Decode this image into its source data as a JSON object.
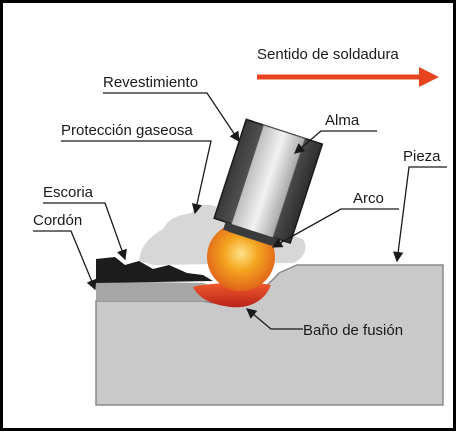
{
  "labels": {
    "direction": "Sentido de soldadura",
    "coating": "Revestimiento",
    "gas_shield": "Protección gaseosa",
    "core": "Alma",
    "piece": "Pieza",
    "slag": "Escoria",
    "arc": "Arco",
    "bead": "Cordón",
    "pool": "Baño de fusión"
  },
  "colors": {
    "direction_arrow": "#e8431f",
    "workpiece": "#c9c9c9",
    "bead": "#a6a6a6",
    "slag": "#1c1c1c",
    "arc_glow": "#f2b21c",
    "pool": "#d9321c",
    "gas_cloud": "#d3d3d3"
  }
}
